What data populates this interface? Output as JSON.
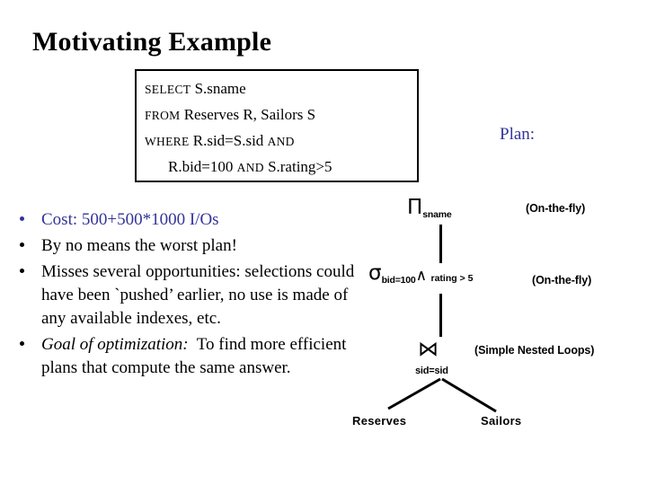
{
  "slide": {
    "title": "Motivating Example"
  },
  "sql_box": {
    "lines": [
      {
        "keyword": "SELECT",
        "text": " S.sname"
      },
      {
        "keyword": "FROM",
        "text": " Reserves R, Sailors S"
      },
      {
        "keyword": "WHERE",
        "text": " R.sid=S.sid ",
        "keyword_trailing": "AND"
      },
      {
        "keyword": "",
        "text": "R.bid=100 ",
        "keyword_mid": "AND",
        "text2": " S.rating>5"
      }
    ],
    "full_query": "SELECT S.sname FROM Reserves R, Sailors S WHERE R.sid=S.sid AND R.bid=100 AND S.rating>5"
  },
  "plan_label": "Plan:",
  "bullets": [
    {
      "text": "Cost:  500+500*1000 I/Os",
      "color": "#333399"
    },
    {
      "text": "By no means the worst plan!",
      "color": "#000000"
    },
    {
      "text": "Misses several opportunities: selections could have been `pushed’ earlier, no use is made of any available indexes, etc.",
      "color": "#000000"
    },
    {
      "lead_italic": "Goal of optimization:",
      "text": "  To find more efficient plans that compute the same answer.",
      "color": "#000000"
    }
  ],
  "plan_tree": {
    "nodes": [
      {
        "id": "project",
        "symbol": "Π",
        "symbol_name": "pi-projection-symbol",
        "subscript": "sname",
        "annotation": "(On-the-fly)"
      },
      {
        "id": "select",
        "symbol": "σ",
        "symbol_name": "sigma-selection-symbol",
        "subscript": "bid=100",
        "and_symbol": "∧",
        "condition": "rating > 5",
        "annotation": "(On-the-fly)"
      },
      {
        "id": "join",
        "symbol": "⋈",
        "symbol_name": "bowtie-join-symbol",
        "subscript": "sid=sid",
        "annotation": "(Simple Nested Loops)"
      }
    ],
    "leaves": [
      {
        "id": "reserves",
        "label": "Reserves"
      },
      {
        "id": "sailors",
        "label": "Sailors"
      }
    ]
  },
  "colors": {
    "accent_blue": "#333399",
    "text_black": "#000000",
    "background": "#ffffff"
  }
}
